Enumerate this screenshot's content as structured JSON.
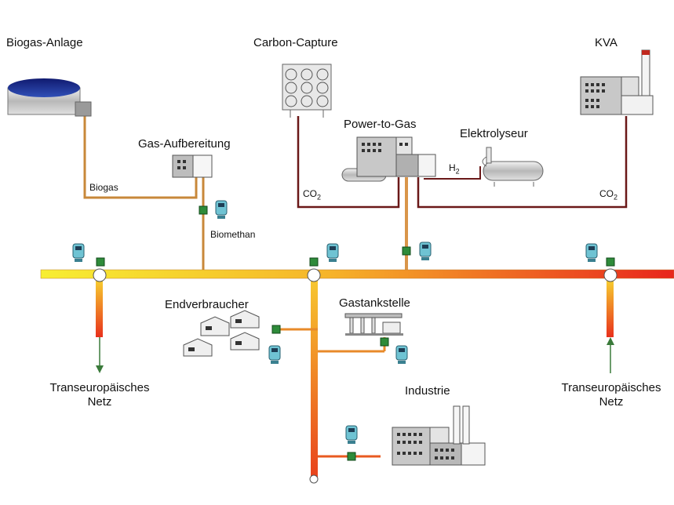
{
  "labels": {
    "biogas_plant": "Biogas-Anlage",
    "carbon_capture": "Carbon-Capture",
    "kva": "KVA",
    "gas_upgrading": "Gas-Aufbereitung",
    "power_to_gas": "Power-to-Gas",
    "electrolyser": "Elektrolyseur",
    "biogas": "Biogas",
    "biomethane": "Biomethan",
    "co2": "CO",
    "co2_sub": "2",
    "h2": "H",
    "h2_sub": "2",
    "end_consumers": "Endverbraucher",
    "gas_station": "Gastankstelle",
    "industry": "Industrie",
    "transeuropean_1": "Transeuropäisches",
    "transeuropean_2": "Netz"
  },
  "colors": {
    "grid_start": "#f6f033",
    "grid_mid": "#f5a623",
    "grid_end": "#e8241c",
    "co2_pipe": "#7a1a1a",
    "biogas_pipe": "#d09030",
    "valve": "#2e8b3a",
    "meter": "#5fb8c8"
  },
  "icons": [
    "biogas-digester-icon",
    "carbon-capture-fan-icon",
    "waste-incineration-plant-icon",
    "gas-upgrading-unit-icon",
    "power-to-gas-plant-icon",
    "electrolyser-tank-icon",
    "gas-meter-icon",
    "valve-icon",
    "house-icon",
    "gas-station-icon",
    "factory-icon"
  ]
}
